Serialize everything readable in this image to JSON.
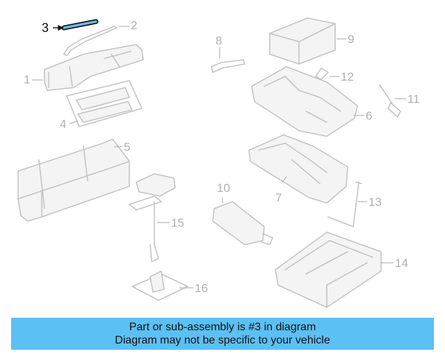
{
  "diagram": {
    "callouts": [
      {
        "id": "3",
        "label": "3",
        "highlighted": true
      },
      {
        "id": "2",
        "label": "2"
      },
      {
        "id": "1",
        "label": "1"
      },
      {
        "id": "4",
        "label": "4"
      },
      {
        "id": "5",
        "label": "5"
      },
      {
        "id": "8",
        "label": "8"
      },
      {
        "id": "9",
        "label": "9"
      },
      {
        "id": "12",
        "label": "12"
      },
      {
        "id": "11",
        "label": "11"
      },
      {
        "id": "6",
        "label": "6"
      },
      {
        "id": "7",
        "label": "7"
      },
      {
        "id": "10",
        "label": "10"
      },
      {
        "id": "13",
        "label": "13"
      },
      {
        "id": "15",
        "label": "15"
      },
      {
        "id": "14",
        "label": "14"
      },
      {
        "id": "16",
        "label": "16"
      }
    ],
    "highlight_color": "#111111",
    "line_color": "#c4c4c4"
  },
  "banner": {
    "line1": "Part or sub-assembly is #3 in diagram",
    "line2": "Diagram may not be specific to your vehicle",
    "background": "#5bc0f4"
  }
}
